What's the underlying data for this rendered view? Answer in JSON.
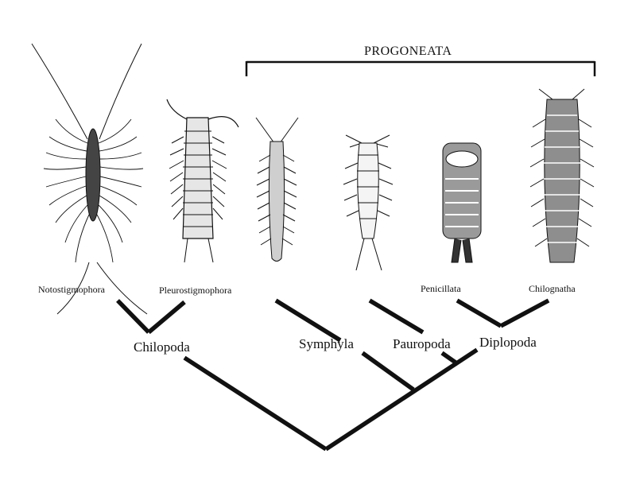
{
  "group_label": "PROGONEATA",
  "taxa": {
    "notostigmophora": "Notostigmophora",
    "pleurostigmophora": "Pleurostigmophora",
    "penicillata": "Penicillata",
    "chilognatha": "Chilognatha"
  },
  "clades": {
    "chilopoda": "Chilopoda",
    "symphyla": "Symphyla",
    "pauropoda": "Pauropoda",
    "diplopoda": "Diplopoda"
  },
  "colors": {
    "ink": "#111111",
    "background": "#ffffff"
  },
  "icons": [
    "scutigeromorph-centipede-icon",
    "pleurostigmophoran-centipede-icon",
    "symphylan-icon",
    "pauropod-icon",
    "penicillate-millipede-icon",
    "chilognath-millipede-icon"
  ]
}
